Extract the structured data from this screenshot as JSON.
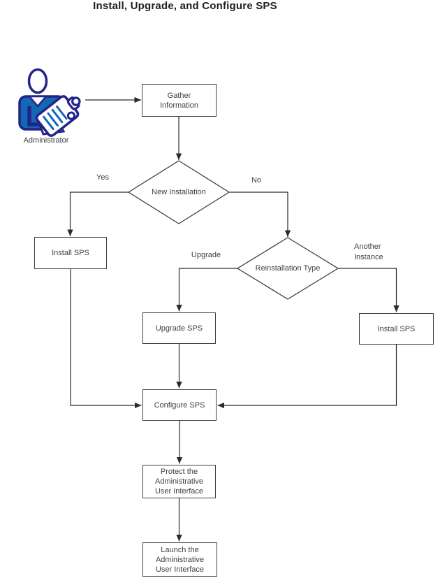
{
  "title": "Install, Upgrade, and Configure SPS",
  "actor": {
    "label": "Administrator"
  },
  "nodes": {
    "gather_information": {
      "label": "Gather\nInformation"
    },
    "new_installation": {
      "label": "New Installation"
    },
    "install_sps_left": {
      "label": "Install SPS"
    },
    "reinstallation_type": {
      "label": "Reinstallation Type"
    },
    "upgrade_sps": {
      "label": "Upgrade SPS"
    },
    "install_sps_right": {
      "label": "Install SPS"
    },
    "configure_sps": {
      "label": "Configure SPS"
    },
    "protect_admin_ui": {
      "label": "Protect the\nAdministrative\nUser Interface"
    },
    "launch_admin_ui": {
      "label": "Launch the\nAdministrative\nUser Interface"
    }
  },
  "edge_labels": {
    "yes": "Yes",
    "no": "No",
    "upgrade": "Upgrade",
    "another_instance": "Another\nInstance"
  },
  "colors": {
    "box_border": "#3f3f3f",
    "text": "#404040",
    "connector": "#2b2b2b",
    "icon_outline": "#23238c",
    "icon_fill": "#1368b4"
  }
}
